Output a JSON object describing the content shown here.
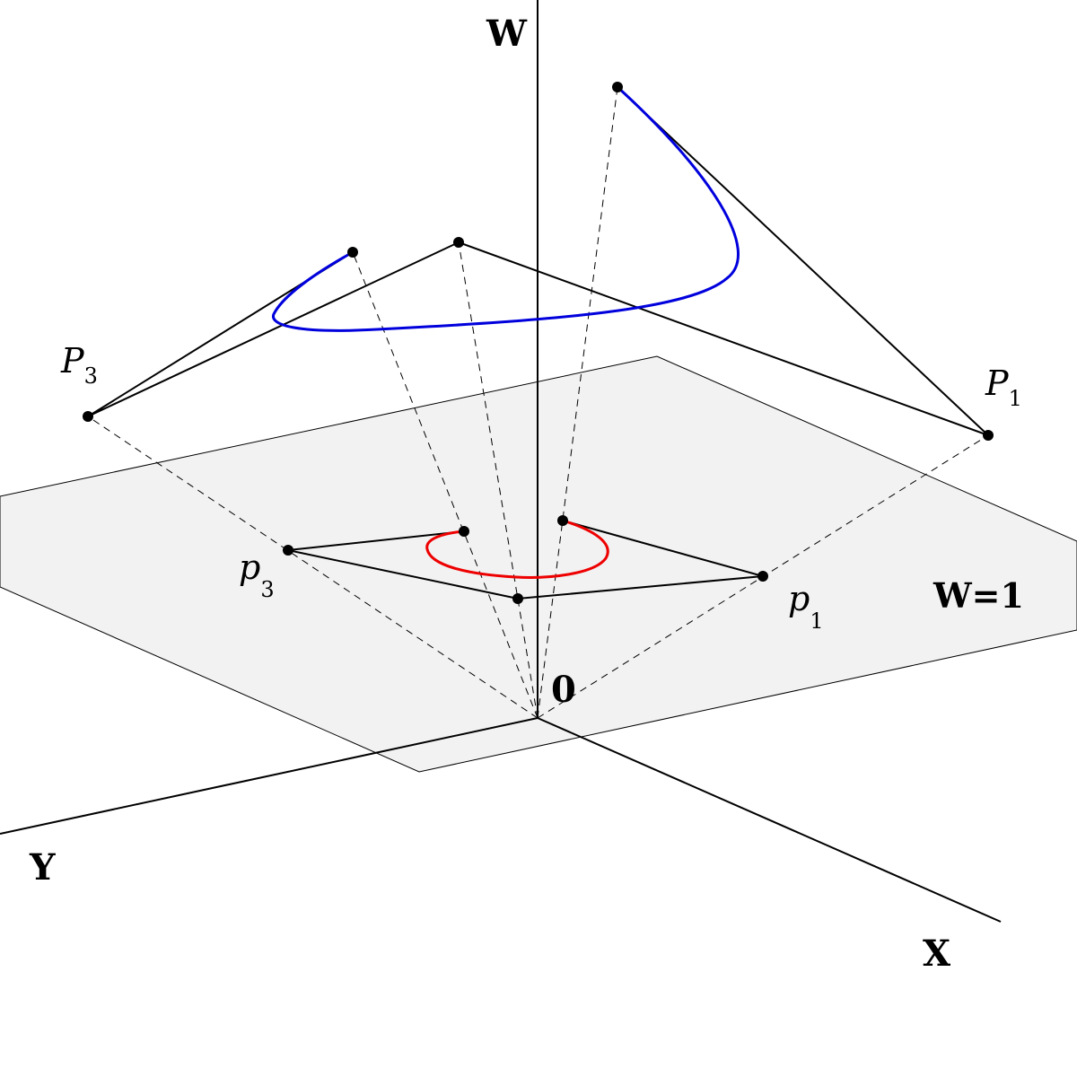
{
  "labels": {
    "w_axis": "W",
    "x_axis": "X",
    "y_axis": "Y",
    "origin": "0",
    "plane": "W=1",
    "P1": {
      "letter": "P",
      "sub": "1"
    },
    "P3": {
      "letter": "P",
      "sub": "3"
    },
    "p1": {
      "letter": "p",
      "sub": "1"
    },
    "p3": {
      "letter": "p",
      "sub": "3"
    }
  },
  "colors": {
    "plane_fill": "#f2f2f2",
    "lines": "#000000",
    "curve_3d": "#0000dd",
    "curve_projected": "#ee0000"
  }
}
